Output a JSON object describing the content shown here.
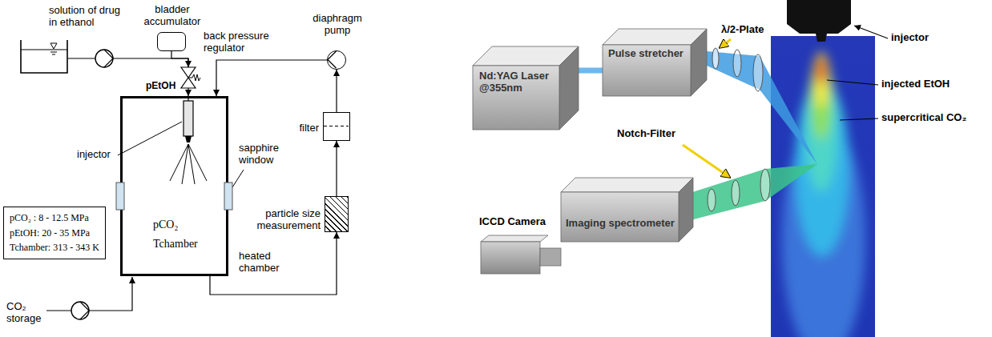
{
  "diagram": {
    "nodes": [
      {
        "text": [
          "solution of drug in ethanol"
        ]
      },
      {
        "text": [
          "bladder accumulator"
        ]
      },
      {
        "text": [
          "back pressure regulator"
        ]
      },
      {
        "text": [
          "diaphragm pump"
        ]
      },
      {
        "text": [
          "filter"
        ]
      },
      {
        "text": [
          "heated chamber",
          "pCO₂",
          "Tchamber"
        ]
      },
      {
        "text": [
          "particle size measurement"
        ]
      },
      {
        "text": [
          "pCO₂ : 8 - 12.5 MPa",
          "pEtOH: 20 - 35 MPa",
          "Tchamber: 313 - 343 K"
        ]
      },
      {
        "text": [
          "Nd:YAG Laser @355nm"
        ]
      },
      {
        "text": [
          "Pulse stretcher"
        ]
      },
      {
        "text": [
          "Imaging spectrometer"
        ]
      },
      {
        "text": [
          "ICCD Camera"
        ]
      }
    ],
    "edges": [
      {
        "from": 0,
        "to": 2,
        "arrow": "to"
      },
      {
        "from": 1,
        "to": 2,
        "arrow": "none"
      },
      {
        "from": 2,
        "to": 5,
        "label": "pEtOH",
        "arrow": "to"
      },
      {
        "from": 5,
        "to": 6,
        "arrow": "to"
      },
      {
        "from": 6,
        "to": 4,
        "arrow": "to"
      },
      {
        "from": 4,
        "to": 3,
        "arrow": "to"
      },
      {
        "from": 3,
        "to": 5,
        "arrow": "to"
      },
      {
        "from": 8,
        "to": 9,
        "arrow": "none"
      }
    ],
    "labels": [
      "injector",
      "sapphire window",
      "CO₂ storage",
      "λ/2-Plate",
      "Notch-Filter",
      "injector",
      "injected EtOH",
      "supercritical CO₂"
    ]
  }
}
